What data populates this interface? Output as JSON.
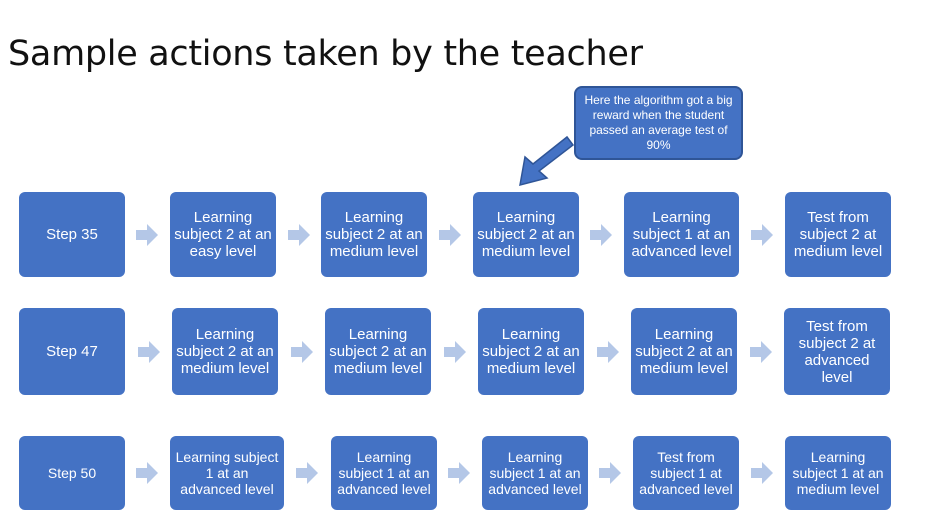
{
  "title": "Sample actions taken by the teacher",
  "callout": "Here the algorithm got a big reward when the student passed an average test of 90%",
  "colors": {
    "box": "#4472c4",
    "arrow": "#b4c7e7",
    "callout_border": "#2f5597"
  },
  "rows": [
    {
      "step": "Step 35",
      "actions": [
        "Learning subject 2 at an easy level",
        "Learning subject 2 at an medium level",
        "Learning subject 2 at an medium level",
        "Learning subject 1 at an advanced level",
        "Test from subject 2 at medium level"
      ]
    },
    {
      "step": "Step 47",
      "actions": [
        "Learning subject 2 at an medium level",
        "Learning subject 2 at an medium level",
        "Learning subject 2 at an medium level",
        "Learning subject 2 at an medium level",
        "Test from subject 2 at advanced level"
      ]
    },
    {
      "step": "Step 50",
      "actions": [
        "Learning subject 1 at an advanced level",
        "Learning subject 1 at an advanced level",
        "Learning subject 1 at an advanced level",
        "Test from subject 1 at advanced level",
        "Learning subject 1 at an medium level"
      ]
    }
  ]
}
